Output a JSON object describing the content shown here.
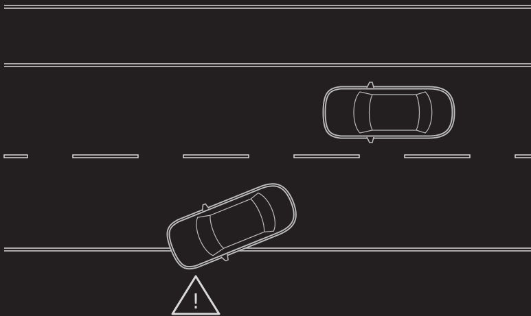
{
  "scene": {
    "background_color": "#231f20",
    "line_color": "#d9d9d9",
    "road_edges": [
      "top-edge",
      "upper-lane-line",
      "lower-edge"
    ],
    "center_line": "dashed",
    "cars": [
      {
        "name": "car-ahead",
        "lane": "left-lane",
        "heading": "right"
      },
      {
        "name": "car-drifting",
        "lane": "right-lane",
        "heading": "up-right",
        "crossing": "lower-edge"
      }
    ],
    "warning_icon": {
      "symbol": "!",
      "shape": "triangle"
    }
  }
}
